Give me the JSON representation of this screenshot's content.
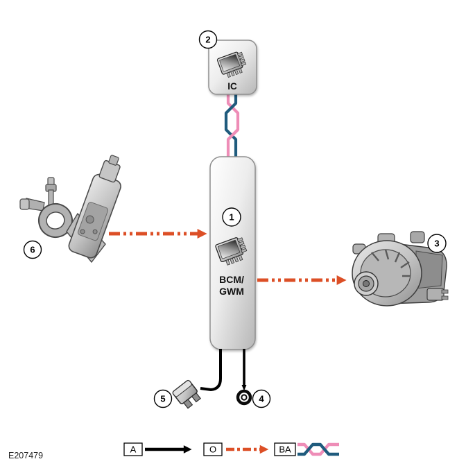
{
  "figure": {
    "code": "E207479"
  },
  "modules": {
    "ic": {
      "badge": "2",
      "label": "IC"
    },
    "bcm": {
      "badge": "1",
      "label_line1": "BCM/",
      "label_line2": "GWM"
    }
  },
  "callouts": {
    "generator": "3",
    "ground": "4",
    "fuse": "5",
    "battery_sensor": "6"
  },
  "legend": {
    "solid": {
      "key": "A"
    },
    "dash_dot": {
      "key": "O"
    },
    "twisted_pair": {
      "key": "BA"
    }
  },
  "colors": {
    "twisted_pair_pink": "#ee8db7",
    "twisted_pair_blue": "#1f5b7d",
    "dash_dot_orange": "#dc4f26",
    "solid_wire_black": "#000000"
  }
}
